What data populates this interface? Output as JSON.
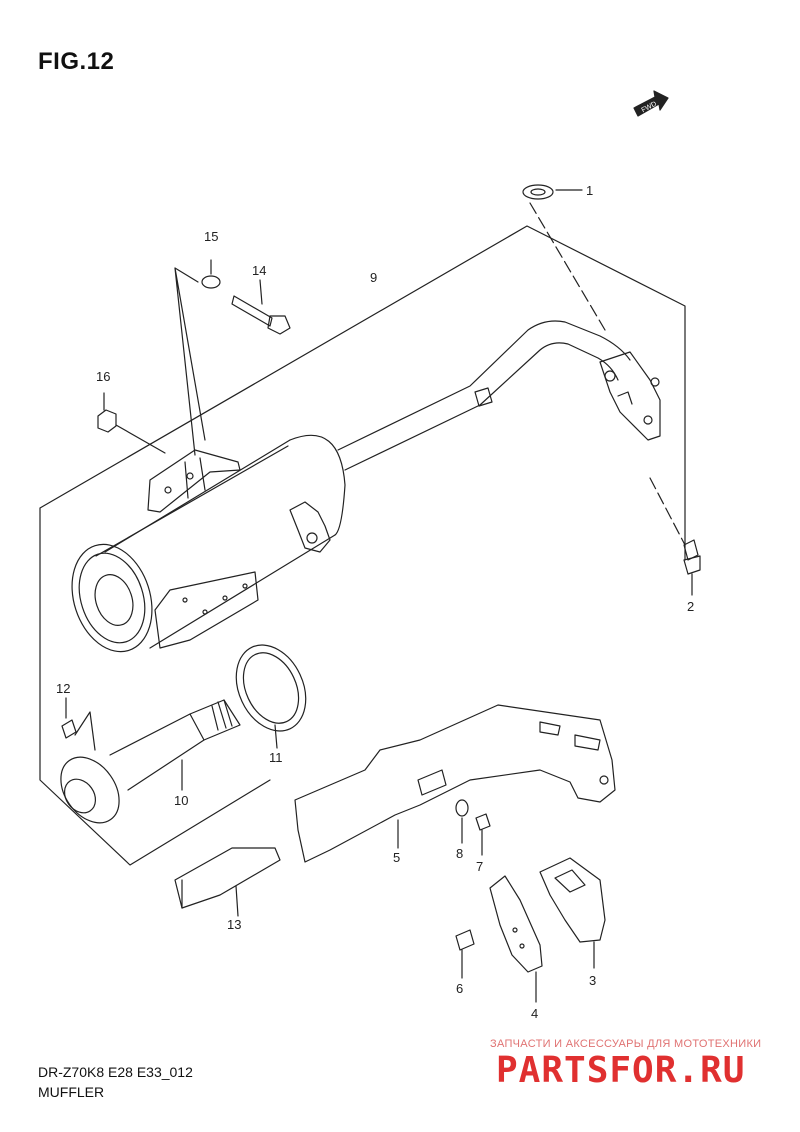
{
  "figure_title": "FIG.12",
  "fwd_label": "FWD",
  "drawing_code": "DR-Z70K8 E28 E33_012",
  "section_name": "MUFFLER",
  "watermark": {
    "caption": "ЗАПЧАСТИ И АКСЕССУАРЫ ДЛЯ МОТОТЕХНИКИ",
    "logo_text": "PARTSFOR.RU",
    "color": "#e03030"
  },
  "callouts": [
    "1",
    "2",
    "3",
    "4",
    "5",
    "6",
    "7",
    "8",
    "9",
    "10",
    "11",
    "12",
    "13",
    "14",
    "15",
    "16"
  ]
}
